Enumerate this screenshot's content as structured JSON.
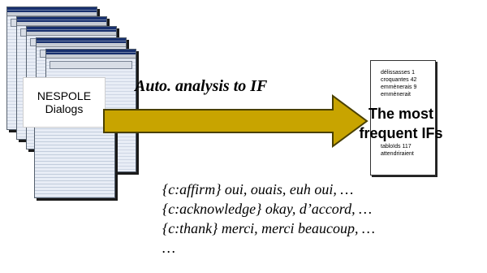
{
  "source": {
    "label_line1": "NESPOLE",
    "label_line2": "Dialogs"
  },
  "process": {
    "label": "Auto. analysis to IF"
  },
  "result": {
    "label_line1": "The most",
    "label_line2": "frequent IFs",
    "word_list_top": [
      "délissasses 1",
      "croquantes 42",
      "emmènerais 9",
      "emmènerait"
    ],
    "word_list_bottom": [
      "tabloïds 117",
      "attendriraient"
    ]
  },
  "examples": [
    "{c:affirm} oui, ouais, euh oui, …",
    "{c:acknowledge} okay, d’accord, …",
    "{c:thank} merci, merci beaucoup,  …",
    "…"
  ],
  "colors": {
    "arrow_fill": "#c8a400",
    "arrow_stroke": "#4a4000",
    "window_title": "#18306e"
  }
}
